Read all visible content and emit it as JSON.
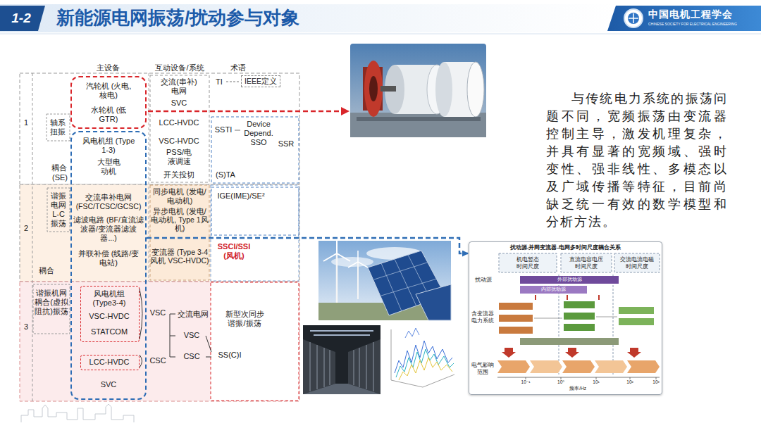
{
  "diagram": {
    "title": "新能源电网振荡/扰动参与对象",
    "nodes": [
      {
        "text": [
          "汽轮机 (火电,核电)",
          "水轮机 (低GTR)"
        ]
      },
      {
        "text": [
          "风电机组 (Type 1-3)",
          "大型电动机",
          "交流串补电网 (FSC/TCSC/GCSC)",
          "滤波电路 (BF/直流滤波器/变流器滤波器...)",
          "并联补偿 (线路/变电站)",
          "SVC"
        ]
      },
      {
        "text": [
          "风电机组 (Type3-4)",
          "VSC-HVDC",
          "STATCOM"
        ],
        "in": 1
      },
      {
        "text": [
          "LCC-HVDC"
        ],
        "in": 1
      },
      {
        "text": [
          "扰动源-并网变流器-电网多时间尺度耦合关系"
        ]
      },
      {
        "text": [
          "IEEE定义"
        ]
      }
    ],
    "edges": [
      {
        "from": 1,
        "to": 4,
        "arrow": "to"
      }
    ],
    "labels": [
      "1-2",
      "中国电机工程学会",
      "CHINESE SOCIETY FOR ELECTRICAL ENGINEERING",
      "主设备",
      "互动设备/系统",
      "术语",
      "1",
      "2",
      "3",
      "轴系扭振",
      "耦合",
      "(SE)",
      "谐振电网L-C振荡",
      "耦合",
      "谐振机网耦合(虚拟阻抗)振荡",
      "交流(串补)电网",
      "SVC",
      "LCC-HVDC",
      "VSC-HVDC",
      "PSS/电液调速",
      "开关投切",
      "同步电机 (发电/电动机)",
      "异步电机 (发电/电动机, Type 1风机)",
      "变流器 (Type 3-4风机 VSC-HVDC)",
      "交流电网",
      "VSC",
      "CSC",
      "VSC",
      "CSC",
      "TI",
      "SSTI",
      "Device Depend. SSO",
      "SSR",
      "(S)TA",
      "IGE(IME)/SE²",
      "SSCI/SSI (风机)",
      "新型次同步谐振/振荡",
      "SS(C)I",
      "与传统电力系统的振荡问题不同，宽频振荡由变流器控制主导，激发机理复杂，并具有显著的宽频域、强时变性、强非线性、多模态以及广域传播等特征，目前尚缺乏统一有效的数学模型和分析方法。",
      "机电暂态时间尺度",
      "直流电容电压时间尺度",
      "交流电流电磁时间尺度",
      "扰动源",
      "外部扰动源",
      "内部扰动源",
      "含变流器电力系统",
      "电气影响范围",
      "10⁻¹",
      "10⁰",
      "10¹",
      "10²",
      "10³",
      "频率/Hz"
    ]
  }
}
